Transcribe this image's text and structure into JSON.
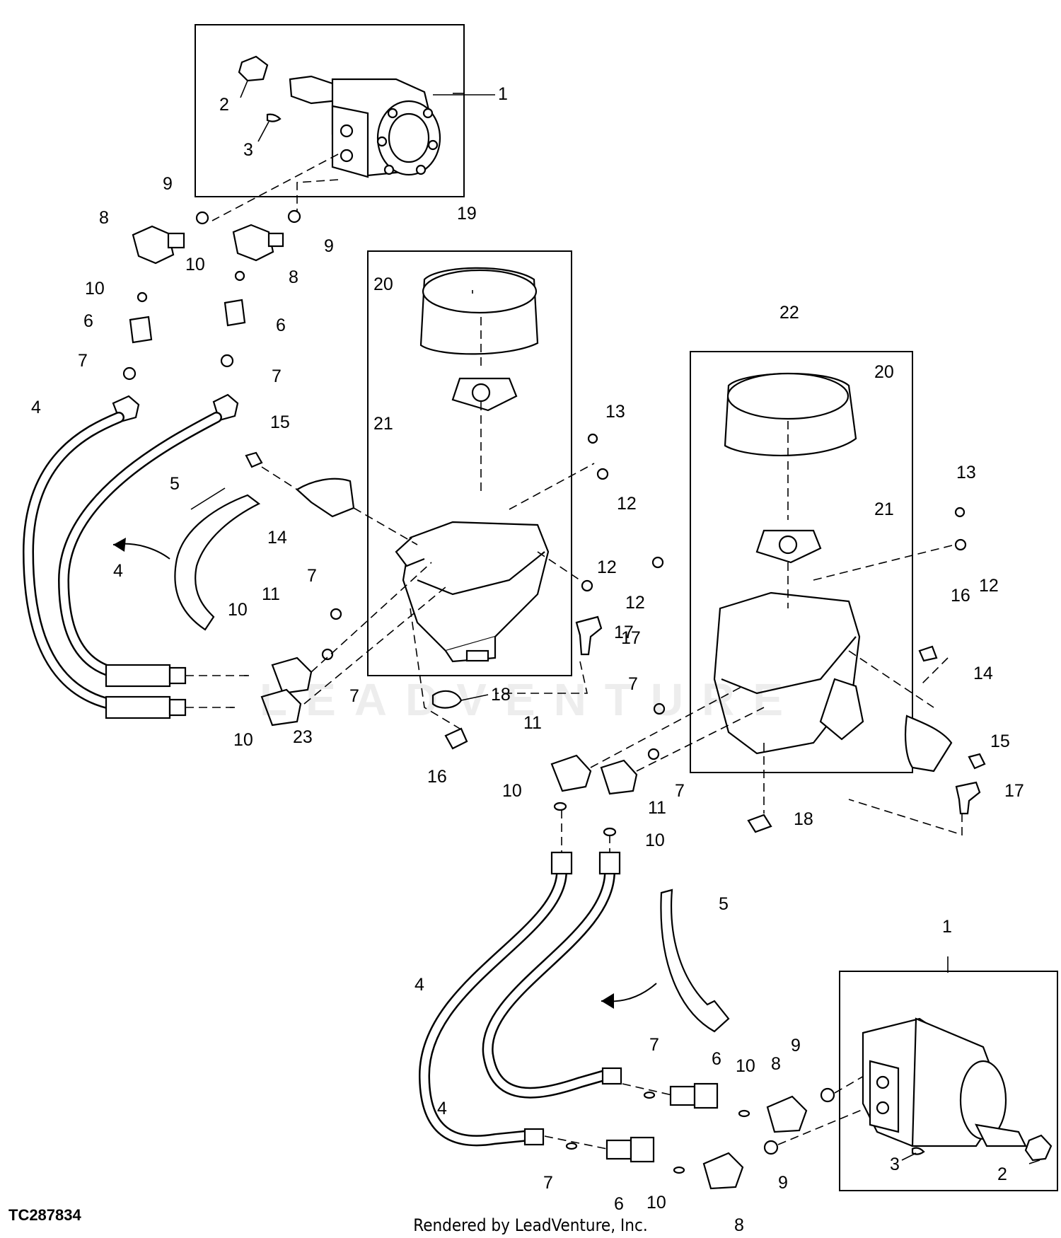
{
  "figure_id": "TC287834",
  "credit": "Rendered by LeadVenture, Inc.",
  "watermark": "LEADVENTURE",
  "callouts": [
    "1",
    "2",
    "3",
    "4",
    "5",
    "6",
    "7",
    "8",
    "9",
    "10",
    "11",
    "12",
    "13",
    "14",
    "15",
    "16",
    "17",
    "18",
    "19",
    "20",
    "21",
    "22",
    "23"
  ]
}
